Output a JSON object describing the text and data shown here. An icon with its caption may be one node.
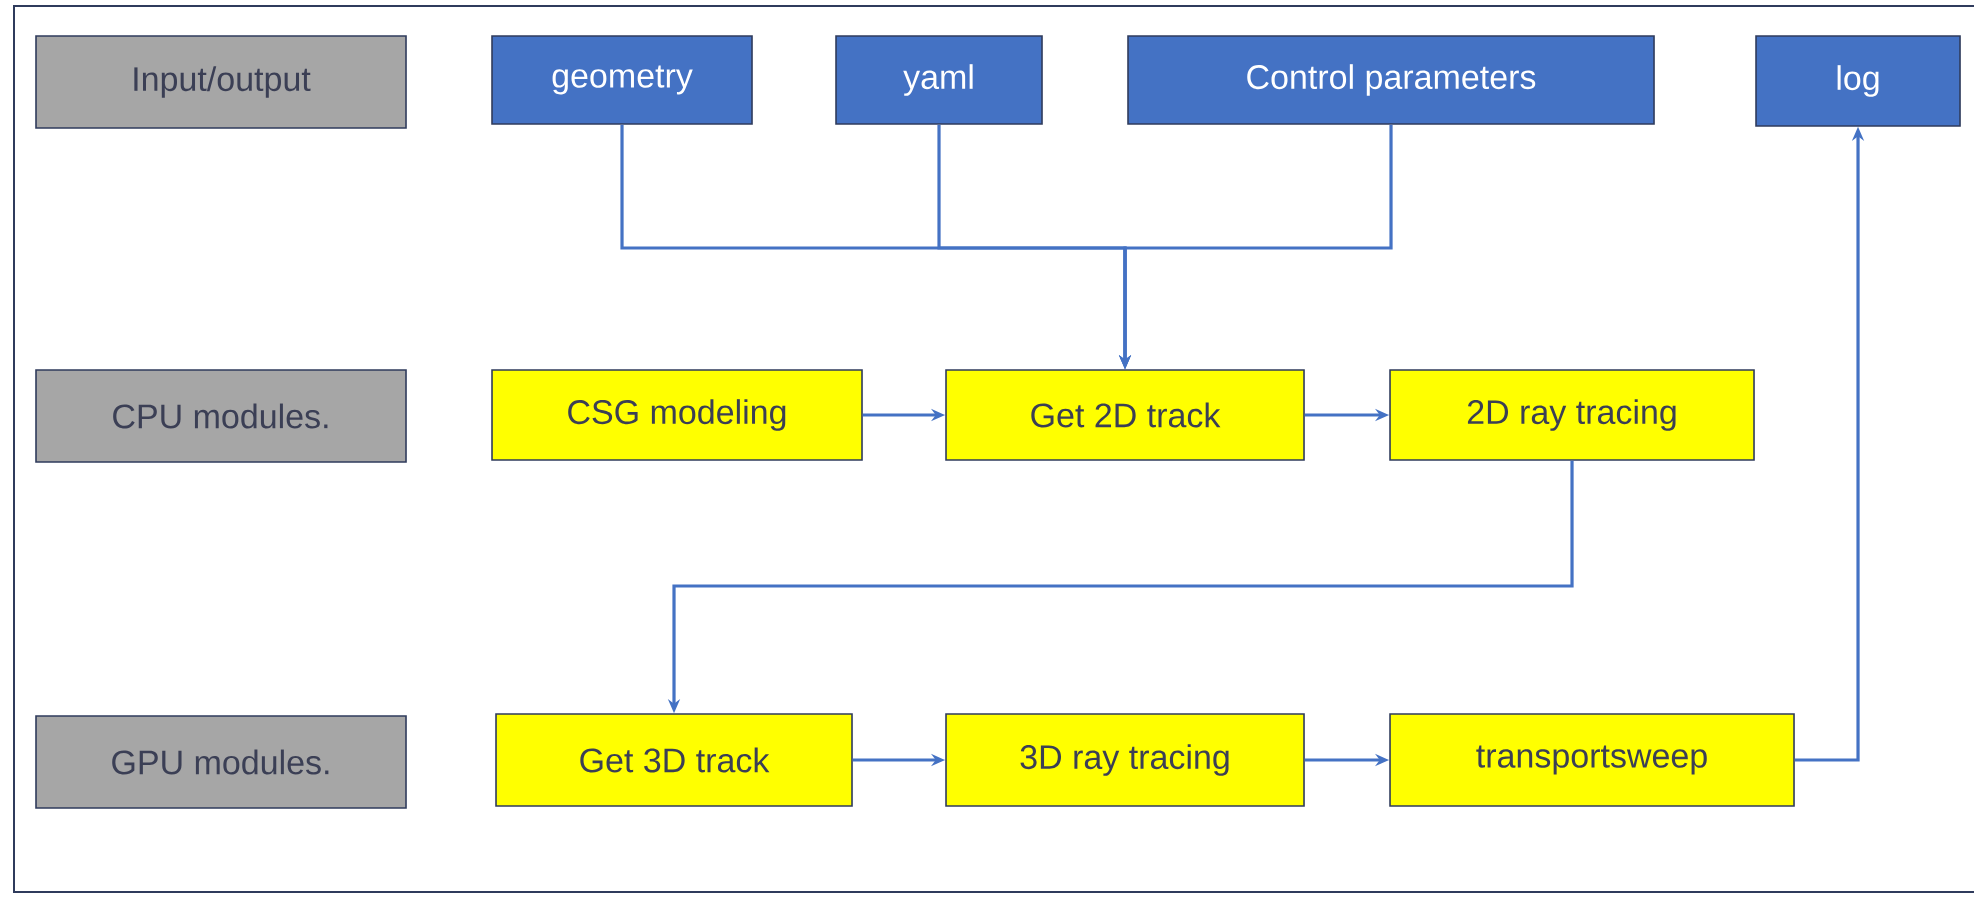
{
  "diagram": {
    "nodes": [
      {
        "text": [
          "Input/output"
        ]
      },
      {
        "text": [
          "geometry"
        ]
      },
      {
        "text": [
          "yaml"
        ]
      },
      {
        "text": [
          "Control parameters"
        ]
      },
      {
        "text": [
          "log"
        ]
      },
      {
        "text": [
          "CPU modules."
        ]
      },
      {
        "text": [
          "CSG modeling"
        ]
      },
      {
        "text": [
          "Get 2D track"
        ]
      },
      {
        "text": [
          "2D ray tracing"
        ]
      },
      {
        "text": [
          "GPU modules."
        ]
      },
      {
        "text": [
          "Get 3D track"
        ]
      },
      {
        "text": [
          "3D ray tracing"
        ]
      },
      {
        "text": [
          "transportsweep"
        ]
      }
    ],
    "edges": [
      {
        "from": 1,
        "to": 7,
        "arrow": "to"
      },
      {
        "from": 2,
        "to": 7,
        "arrow": "to"
      },
      {
        "from": 3,
        "to": 7,
        "arrow": "to"
      },
      {
        "from": 6,
        "to": 7,
        "arrow": "to"
      },
      {
        "from": 7,
        "to": 8,
        "arrow": "to"
      },
      {
        "from": 8,
        "to": 10,
        "arrow": "to"
      },
      {
        "from": 10,
        "to": 11,
        "arrow": "to"
      },
      {
        "from": 11,
        "to": 12,
        "arrow": "to"
      },
      {
        "from": 12,
        "to": 4,
        "arrow": "to"
      }
    ]
  }
}
